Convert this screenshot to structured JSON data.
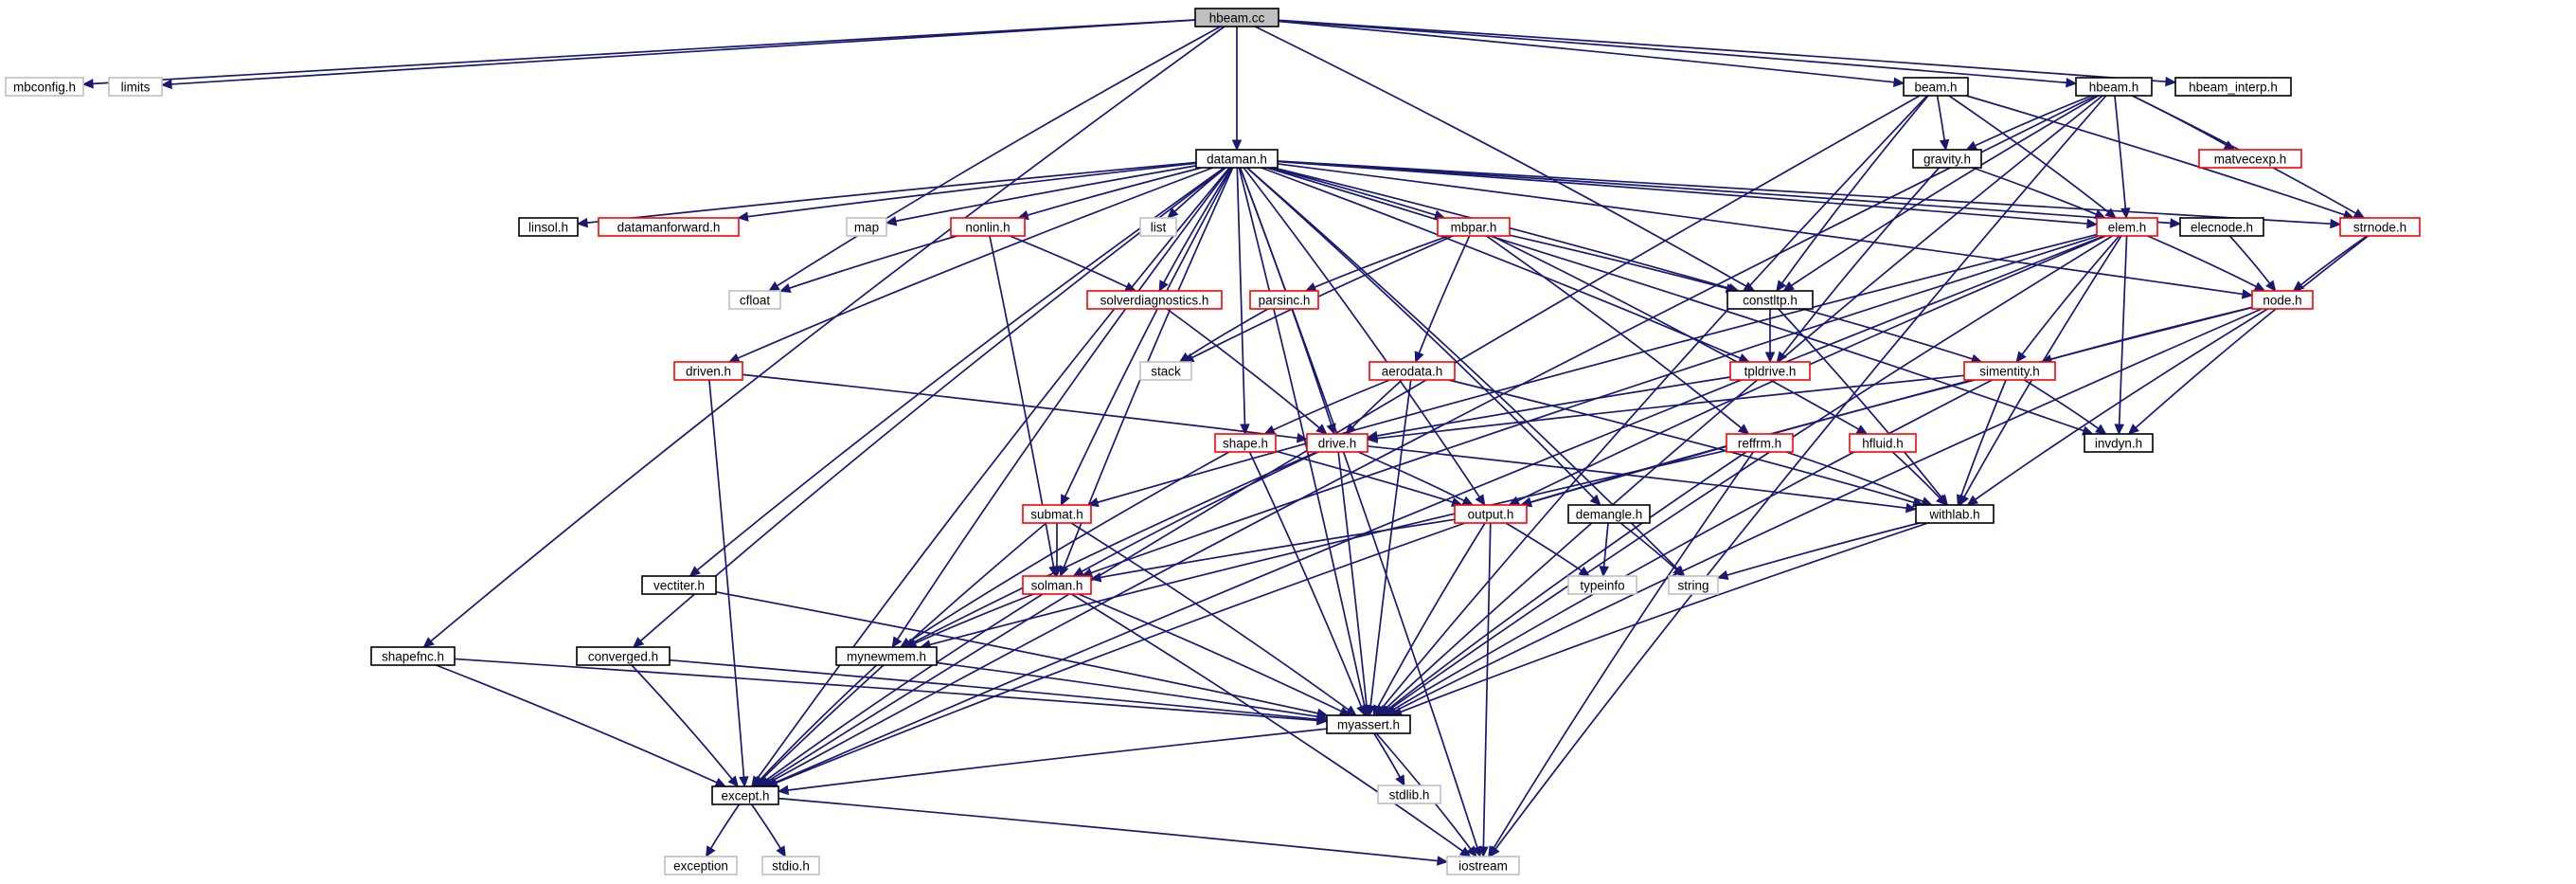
{
  "diagram_type": "include dependency graph",
  "colors": {
    "edge": "#191970",
    "border_normal": "#000000",
    "border_truncated": "#ff0000",
    "border_system": "#bfbfbf",
    "text": "#000000",
    "root_fill": "#bfbfbf",
    "fill": "#ffffff"
  },
  "nodes": [
    {
      "id": "hbeam_cc",
      "label": "hbeam.cc",
      "kind": "root"
    },
    {
      "id": "mbconfig_h",
      "label": "mbconfig.h",
      "kind": "system"
    },
    {
      "id": "limits",
      "label": "limits",
      "kind": "system"
    },
    {
      "id": "beam_h",
      "label": "beam.h",
      "kind": "normal"
    },
    {
      "id": "hbeam_h",
      "label": "hbeam.h",
      "kind": "normal"
    },
    {
      "id": "hbeam_interp_h",
      "label": "hbeam_interp.h",
      "kind": "normal"
    },
    {
      "id": "dataman_h",
      "label": "dataman.h",
      "kind": "normal"
    },
    {
      "id": "gravity_h",
      "label": "gravity.h",
      "kind": "normal"
    },
    {
      "id": "matvecexp_h",
      "label": "matvecexp.h",
      "kind": "truncated"
    },
    {
      "id": "linsol_h",
      "label": "linsol.h",
      "kind": "normal"
    },
    {
      "id": "datamanforward_h",
      "label": "datamanforward.h",
      "kind": "truncated"
    },
    {
      "id": "map",
      "label": "map",
      "kind": "system"
    },
    {
      "id": "nonlin_h",
      "label": "nonlin.h",
      "kind": "truncated"
    },
    {
      "id": "list",
      "label": "list",
      "kind": "system"
    },
    {
      "id": "mbpar_h",
      "label": "mbpar.h",
      "kind": "truncated"
    },
    {
      "id": "elem_h",
      "label": "elem.h",
      "kind": "truncated"
    },
    {
      "id": "elecnode_h",
      "label": "elecnode.h",
      "kind": "normal"
    },
    {
      "id": "strnode_h",
      "label": "strnode.h",
      "kind": "truncated"
    },
    {
      "id": "cfloat",
      "label": "cfloat",
      "kind": "system"
    },
    {
      "id": "solverdiagnostics_h",
      "label": "solverdiagnostics.h",
      "kind": "truncated"
    },
    {
      "id": "parsinc_h",
      "label": "parsinc.h",
      "kind": "truncated"
    },
    {
      "id": "constltp_h",
      "label": "constltp.h",
      "kind": "normal"
    },
    {
      "id": "node_h",
      "label": "node.h",
      "kind": "truncated"
    },
    {
      "id": "stack",
      "label": "stack",
      "kind": "system"
    },
    {
      "id": "driven_h",
      "label": "driven.h",
      "kind": "truncated"
    },
    {
      "id": "aerodata_h",
      "label": "aerodata.h",
      "kind": "truncated"
    },
    {
      "id": "tpldrive_h",
      "label": "tpldrive.h",
      "kind": "truncated"
    },
    {
      "id": "simentity_h",
      "label": "simentity.h",
      "kind": "truncated"
    },
    {
      "id": "shape_h",
      "label": "shape.h",
      "kind": "truncated"
    },
    {
      "id": "drive_h",
      "label": "drive.h",
      "kind": "truncated"
    },
    {
      "id": "invdyn_h",
      "label": "invdyn.h",
      "kind": "normal"
    },
    {
      "id": "reffrm_h",
      "label": "reffrm.h",
      "kind": "truncated"
    },
    {
      "id": "hfluid_h",
      "label": "hfluid.h",
      "kind": "truncated"
    },
    {
      "id": "submat_h",
      "label": "submat.h",
      "kind": "truncated"
    },
    {
      "id": "output_h",
      "label": "output.h",
      "kind": "truncated"
    },
    {
      "id": "demangle_h",
      "label": "demangle.h",
      "kind": "normal"
    },
    {
      "id": "withlab_h",
      "label": "withlab.h",
      "kind": "normal"
    },
    {
      "id": "vectiter_h",
      "label": "vectiter.h",
      "kind": "normal"
    },
    {
      "id": "solman_h",
      "label": "solman.h",
      "kind": "truncated"
    },
    {
      "id": "typeinfo",
      "label": "typeinfo",
      "kind": "system"
    },
    {
      "id": "string",
      "label": "string",
      "kind": "system"
    },
    {
      "id": "shapefnc_h",
      "label": "shapefnc.h",
      "kind": "normal"
    },
    {
      "id": "converged_h",
      "label": "converged.h",
      "kind": "normal"
    },
    {
      "id": "mynewmem_h",
      "label": "mynewmem.h",
      "kind": "normal"
    },
    {
      "id": "myassert_h",
      "label": "myassert.h",
      "kind": "normal"
    },
    {
      "id": "stdlib_h",
      "label": "stdlib.h",
      "kind": "system"
    },
    {
      "id": "except_h",
      "label": "except.h",
      "kind": "normal"
    },
    {
      "id": "exception",
      "label": "exception",
      "kind": "system"
    },
    {
      "id": "stdio_h",
      "label": "stdio.h",
      "kind": "system"
    },
    {
      "id": "iostream",
      "label": "iostream",
      "kind": "system"
    }
  ],
  "edges": [
    [
      "hbeam_cc",
      "mbconfig_h"
    ],
    [
      "hbeam_cc",
      "limits"
    ],
    [
      "hbeam_cc",
      "beam_h"
    ],
    [
      "hbeam_cc",
      "hbeam_h"
    ],
    [
      "hbeam_cc",
      "hbeam_interp_h"
    ],
    [
      "hbeam_cc",
      "dataman_h"
    ],
    [
      "hbeam_cc",
      "constltp_h"
    ],
    [
      "hbeam_cc",
      "cfloat"
    ],
    [
      "hbeam_cc",
      "shapefnc_h"
    ],
    [
      "beam_h",
      "gravity_h"
    ],
    [
      "beam_h",
      "elem_h"
    ],
    [
      "beam_h",
      "constltp_h"
    ],
    [
      "beam_h",
      "strnode_h"
    ],
    [
      "beam_h",
      "myassert_h"
    ],
    [
      "beam_h",
      "except_h"
    ],
    [
      "hbeam_h",
      "gravity_h"
    ],
    [
      "hbeam_h",
      "matvecexp_h"
    ],
    [
      "hbeam_h",
      "elem_h"
    ],
    [
      "hbeam_h",
      "strnode_h"
    ],
    [
      "hbeam_h",
      "constltp_h"
    ],
    [
      "hbeam_h",
      "myassert_h"
    ],
    [
      "hbeam_h",
      "iostream"
    ],
    [
      "hbeam_h",
      "except_h"
    ],
    [
      "gravity_h",
      "elem_h"
    ],
    [
      "gravity_h",
      "tpldrive_h"
    ],
    [
      "dataman_h",
      "linsol_h"
    ],
    [
      "dataman_h",
      "datamanforward_h"
    ],
    [
      "dataman_h",
      "map"
    ],
    [
      "dataman_h",
      "nonlin_h"
    ],
    [
      "dataman_h",
      "list"
    ],
    [
      "dataman_h",
      "mbpar_h"
    ],
    [
      "dataman_h",
      "elem_h"
    ],
    [
      "dataman_h",
      "elecnode_h"
    ],
    [
      "dataman_h",
      "strnode_h"
    ],
    [
      "dataman_h",
      "node_h"
    ],
    [
      "dataman_h",
      "constltp_h"
    ],
    [
      "dataman_h",
      "solverdiagnostics_h"
    ],
    [
      "dataman_h",
      "driven_h"
    ],
    [
      "dataman_h",
      "drive_h"
    ],
    [
      "dataman_h",
      "shape_h"
    ],
    [
      "dataman_h",
      "tpldrive_h"
    ],
    [
      "dataman_h",
      "output_h"
    ],
    [
      "dataman_h",
      "submat_h"
    ],
    [
      "dataman_h",
      "demangle_h"
    ],
    [
      "dataman_h",
      "string"
    ],
    [
      "dataman_h",
      "vectiter_h"
    ],
    [
      "dataman_h",
      "solman_h"
    ],
    [
      "dataman_h",
      "mynewmem_h"
    ],
    [
      "dataman_h",
      "converged_h"
    ],
    [
      "dataman_h",
      "myassert_h"
    ],
    [
      "dataman_h",
      "except_h"
    ],
    [
      "dataman_h",
      "invdyn_h"
    ],
    [
      "dataman_h",
      "iostream"
    ],
    [
      "nonlin_h",
      "cfloat"
    ],
    [
      "nonlin_h",
      "solverdiagnostics_h"
    ],
    [
      "nonlin_h",
      "solman_h"
    ],
    [
      "mbpar_h",
      "parsinc_h"
    ],
    [
      "mbpar_h",
      "stack"
    ],
    [
      "mbpar_h",
      "constltp_h"
    ],
    [
      "mbpar_h",
      "aerodata_h"
    ],
    [
      "mbpar_h",
      "reffrm_h"
    ],
    [
      "mbpar_h",
      "hfluid_h"
    ],
    [
      "parsinc_h",
      "stack"
    ],
    [
      "elem_h",
      "node_h"
    ],
    [
      "elem_h",
      "simentity_h"
    ],
    [
      "elem_h",
      "invdyn_h"
    ],
    [
      "elem_h",
      "withlab_h"
    ],
    [
      "elem_h",
      "output_h"
    ],
    [
      "elem_h",
      "submat_h"
    ],
    [
      "elem_h",
      "solman_h"
    ],
    [
      "elem_h",
      "except_h"
    ],
    [
      "elem_h",
      "myassert_h"
    ],
    [
      "elecnode_h",
      "node_h"
    ],
    [
      "strnode_h",
      "node_h"
    ],
    [
      "strnode_h",
      "invdyn_h"
    ],
    [
      "node_h",
      "simentity_h"
    ],
    [
      "node_h",
      "withlab_h"
    ],
    [
      "node_h",
      "output_h"
    ],
    [
      "node_h",
      "myassert_h"
    ],
    [
      "constltp_h",
      "tpldrive_h"
    ],
    [
      "constltp_h",
      "simentity_h"
    ],
    [
      "constltp_h",
      "withlab_h"
    ],
    [
      "solverdiagnostics_h",
      "drive_h"
    ],
    [
      "driven_h",
      "drive_h"
    ],
    [
      "driven_h",
      "except_h"
    ],
    [
      "aerodata_h",
      "shape_h"
    ],
    [
      "aerodata_h",
      "drive_h"
    ],
    [
      "aerodata_h",
      "withlab_h"
    ],
    [
      "aerodata_h",
      "myassert_h"
    ],
    [
      "tpldrive_h",
      "drive_h"
    ],
    [
      "simentity_h",
      "invdyn_h"
    ],
    [
      "simentity_h",
      "withlab_h"
    ],
    [
      "simentity_h",
      "output_h"
    ],
    [
      "simentity_h",
      "drive_h"
    ],
    [
      "simentity_h",
      "myassert_h"
    ],
    [
      "shape_h",
      "output_h"
    ],
    [
      "shape_h",
      "mynewmem_h"
    ],
    [
      "shape_h",
      "myassert_h"
    ],
    [
      "drive_h",
      "output_h"
    ],
    [
      "drive_h",
      "solman_h"
    ],
    [
      "drive_h",
      "withlab_h"
    ],
    [
      "drive_h",
      "mynewmem_h"
    ],
    [
      "drive_h",
      "myassert_h"
    ],
    [
      "reffrm_h",
      "withlab_h"
    ],
    [
      "reffrm_h",
      "mynewmem_h"
    ],
    [
      "reffrm_h",
      "myassert_h"
    ],
    [
      "reffrm_h",
      "iostream"
    ],
    [
      "hfluid_h",
      "withlab_h"
    ],
    [
      "submat_h",
      "solman_h"
    ],
    [
      "submat_h",
      "myassert_h"
    ],
    [
      "submat_h",
      "except_h"
    ],
    [
      "output_h",
      "solman_h"
    ],
    [
      "output_h",
      "typeinfo"
    ],
    [
      "output_h",
      "myassert_h"
    ],
    [
      "output_h",
      "except_h"
    ],
    [
      "output_h",
      "iostream"
    ],
    [
      "demangle_h",
      "typeinfo"
    ],
    [
      "demangle_h",
      "string"
    ],
    [
      "withlab_h",
      "string"
    ],
    [
      "withlab_h",
      "myassert_h"
    ],
    [
      "vectiter_h",
      "myassert_h"
    ],
    [
      "solman_h",
      "mynewmem_h"
    ],
    [
      "solman_h",
      "myassert_h"
    ],
    [
      "solman_h",
      "except_h"
    ],
    [
      "solman_h",
      "iostream"
    ],
    [
      "shapefnc_h",
      "myassert_h"
    ],
    [
      "shapefnc_h",
      "except_h"
    ],
    [
      "converged_h",
      "myassert_h"
    ],
    [
      "converged_h",
      "except_h"
    ],
    [
      "mynewmem_h",
      "myassert_h"
    ],
    [
      "mynewmem_h",
      "except_h"
    ],
    [
      "myassert_h",
      "stdlib_h"
    ],
    [
      "myassert_h",
      "except_h"
    ],
    [
      "myassert_h",
      "iostream"
    ],
    [
      "except_h",
      "exception"
    ],
    [
      "except_h",
      "stdio_h"
    ],
    [
      "except_h",
      "iostream"
    ]
  ]
}
